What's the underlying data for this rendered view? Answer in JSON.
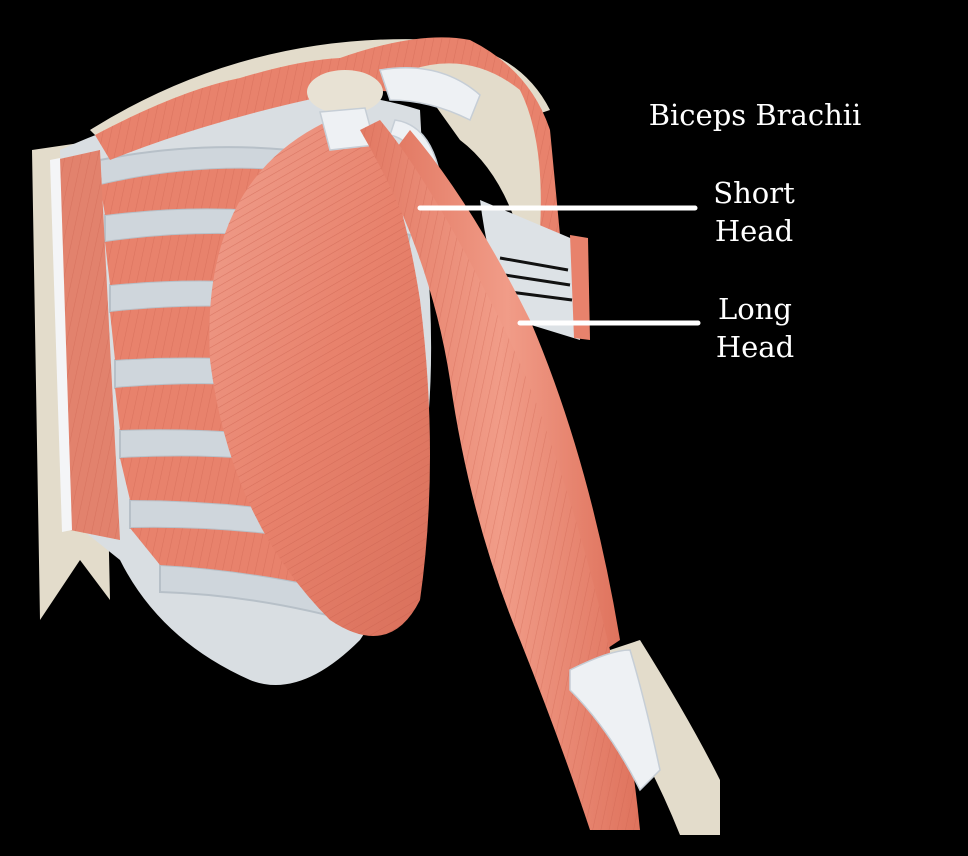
{
  "diagram": {
    "title": "Biceps Brachii",
    "labels": [
      {
        "id": "short-head",
        "lines": [
          "Short",
          "Head"
        ]
      },
      {
        "id": "long-head",
        "lines": [
          "Long",
          "Head"
        ]
      }
    ]
  }
}
